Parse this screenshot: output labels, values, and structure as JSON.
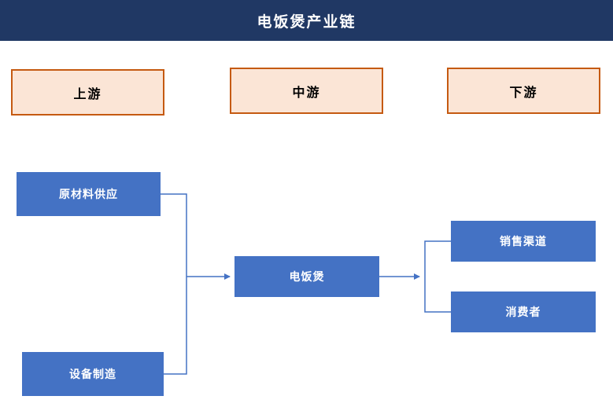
{
  "title": "电饭煲产业链",
  "sections": [
    {
      "id": "upstream",
      "label": "上游"
    },
    {
      "id": "midstream",
      "label": "中游"
    },
    {
      "id": "downstream",
      "label": "下游"
    }
  ],
  "nodes": {
    "raw_material": "原材料供应",
    "equipment": "设备制造",
    "rice_cooker": "电饭煲",
    "sales_channel": "销售渠道",
    "consumer": "消费者"
  },
  "edges": [
    {
      "from": "raw_material",
      "to": "rice_cooker"
    },
    {
      "from": "equipment",
      "to": "rice_cooker"
    },
    {
      "from": "rice_cooker",
      "to": "sales_channel"
    },
    {
      "from": "rice_cooker",
      "to": "consumer"
    }
  ],
  "colors": {
    "header_bg": "#203864",
    "node_bg": "#4472C4",
    "stage_bg": "#FBE5D6",
    "stage_border": "#C55A11",
    "connector": "#4472C4"
  }
}
